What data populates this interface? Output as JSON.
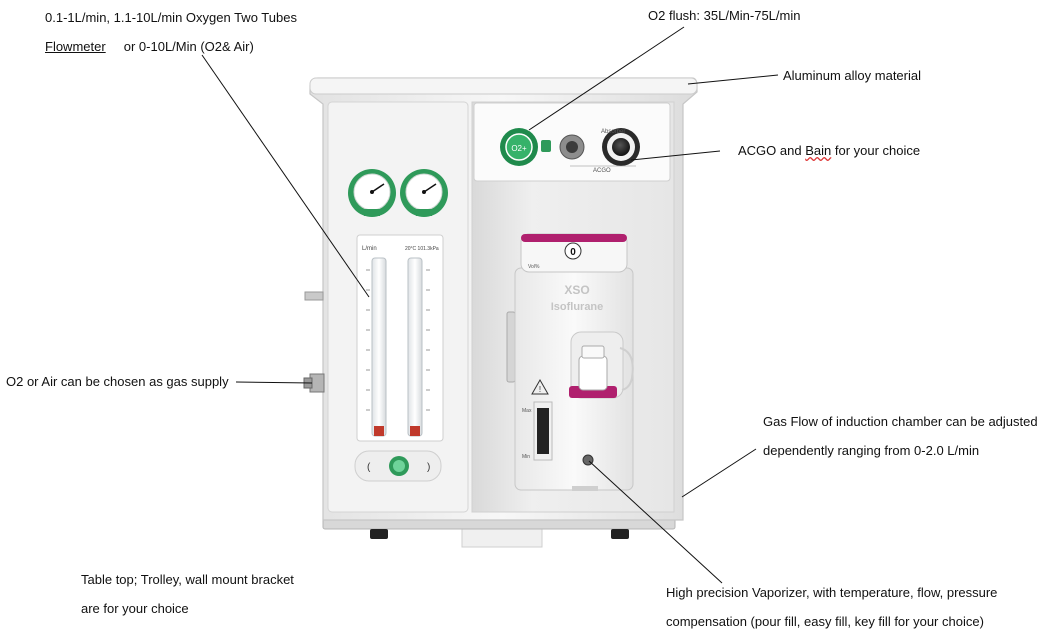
{
  "annotations": {
    "flowmeter": {
      "line1": "0.1-1L/min, 1.1-10L/min Oxygen Two Tubes",
      "line2_word": "Flowmeter",
      "line2_rest": "or 0-10L/Min (O2& Air)"
    },
    "o2_flush": "O2 flush: 35L/Min-75L/min",
    "aluminum": "Aluminum alloy material",
    "acgo": {
      "pre": "ACGO and ",
      "word": "Bain",
      "post": " for your choice"
    },
    "gas_supply": "O2 or Air can be chosen as gas supply",
    "induction": {
      "line1": "Gas Flow of induction chamber can be adjusted",
      "line2": "dependently ranging from 0-2.0  L/min"
    },
    "mount": {
      "line1": "Table top; Trolley, wall mount bracket",
      "line2": "are for your choice"
    },
    "vaporizer": {
      "line1": "High precision Vaporizer, with temperature, flow, pressure",
      "line2": "compensation (pour fill, easy fill, key fill for your choice)"
    }
  },
  "device_labels": {
    "flowmeter_unit": "L/min",
    "flowmeter_temp": "20°C 101.3kPa",
    "flush_button": "O2+",
    "absorber": "Absorber",
    "acgo_label": "ACGO",
    "vaporizer_dial": "0",
    "vaporizer_agent_code": "XSO",
    "vaporizer_agent_name": "Isoflurane",
    "vaporizer_vol": "Vol%",
    "vaporizer_max": "Max",
    "vaporizer_min": "Min"
  },
  "colors": {
    "gauge_green": "#2f9a5a",
    "vaporizer_magenta": "#b0206e",
    "panel_white": "#f4f4f4",
    "flow_red": "#c0392b"
  }
}
